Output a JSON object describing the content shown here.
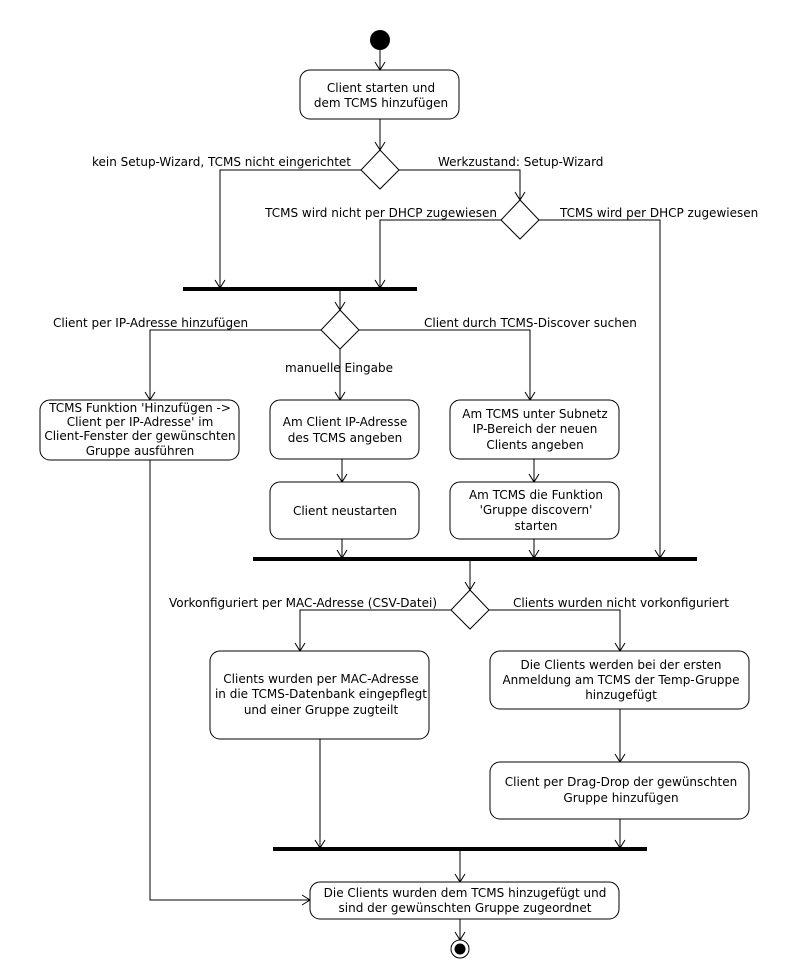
{
  "actions": {
    "start_add": [
      "Client starten und",
      "dem TCMS hinzufügen"
    ],
    "tcms_function": [
      "TCMS Funktion 'Hinzufügen ->",
      "Client per IP-Adresse' im",
      "Client-Fenster der gewünschten",
      "Gruppe ausführen"
    ],
    "client_ip": [
      "Am Client IP-Adresse",
      "des TCMS angeben"
    ],
    "client_restart": [
      "Client neustarten"
    ],
    "tcms_subnet": [
      "Am TCMS unter Subnetz",
      "IP-Bereich der neuen",
      "Clients angeben"
    ],
    "tcms_discover": [
      "Am TCMS die Funktion",
      "'Gruppe discovern'",
      "starten"
    ],
    "mac_db": [
      "Clients wurden per MAC-Adresse",
      "in die TCMS-Datenbank eingepflegt",
      "und einer Gruppe zugteilt"
    ],
    "temp_group": [
      "Die Clients werden bei der ersten",
      "Anmeldung am TCMS der Temp-Gruppe",
      "hinzugefügt"
    ],
    "drag_drop": [
      "Client per Drag-Drop der gewünschten",
      "Gruppe hinzufügen"
    ],
    "final": [
      "Die Clients wurden dem TCMS hinzugefügt und",
      "sind der gewünschten Gruppe zugeordnet"
    ]
  },
  "guards": {
    "no_wizard": "kein Setup-Wizard, TCMS nicht eingerichtet",
    "factory": "Werkzustand: Setup-Wizard",
    "no_dhcp": "TCMS wird nicht per DHCP zugewiesen",
    "dhcp": "TCMS wird per DHCP zugewiesen",
    "by_ip": "Client per IP-Adresse hinzufügen",
    "manual": "manuelle  Eingabe",
    "by_discover": "Client durch TCMS-Discover suchen",
    "preconfigured": "Vorkonfiguriert per MAC-Adresse (CSV-Datei)",
    "not_preconfigured": "Clients wurden nicht vorkonfiguriert"
  }
}
